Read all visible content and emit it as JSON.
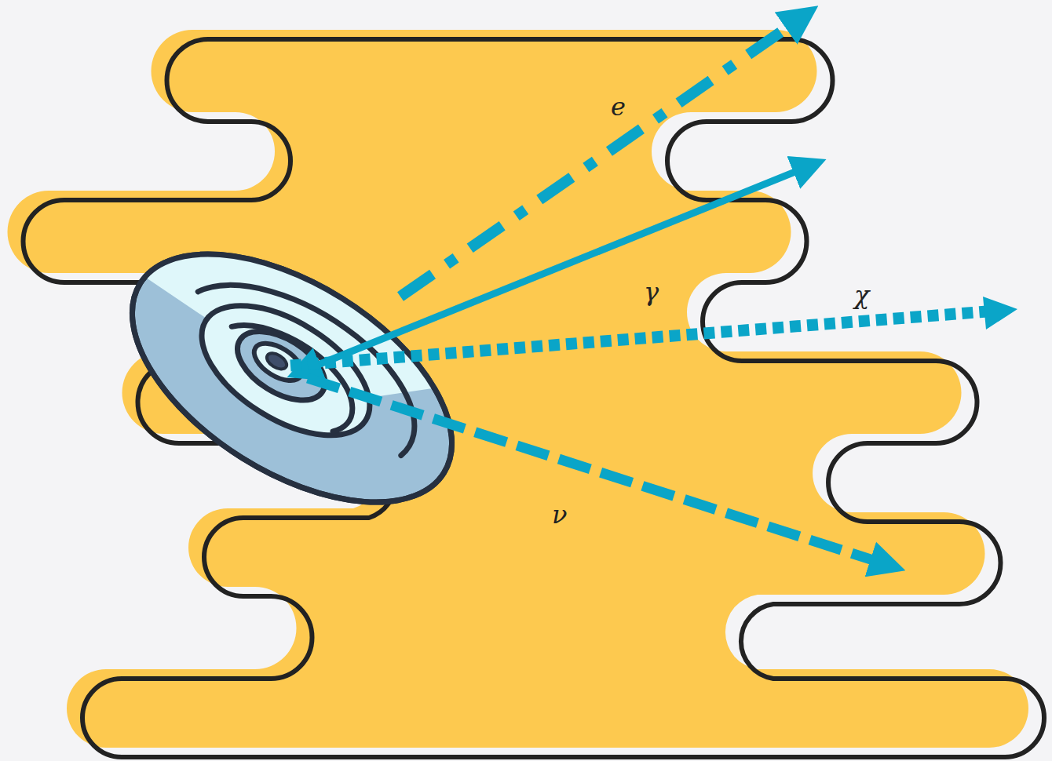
{
  "diagram": {
    "labels": [
      "e",
      "γ",
      "χ",
      "ν"
    ]
  }
}
